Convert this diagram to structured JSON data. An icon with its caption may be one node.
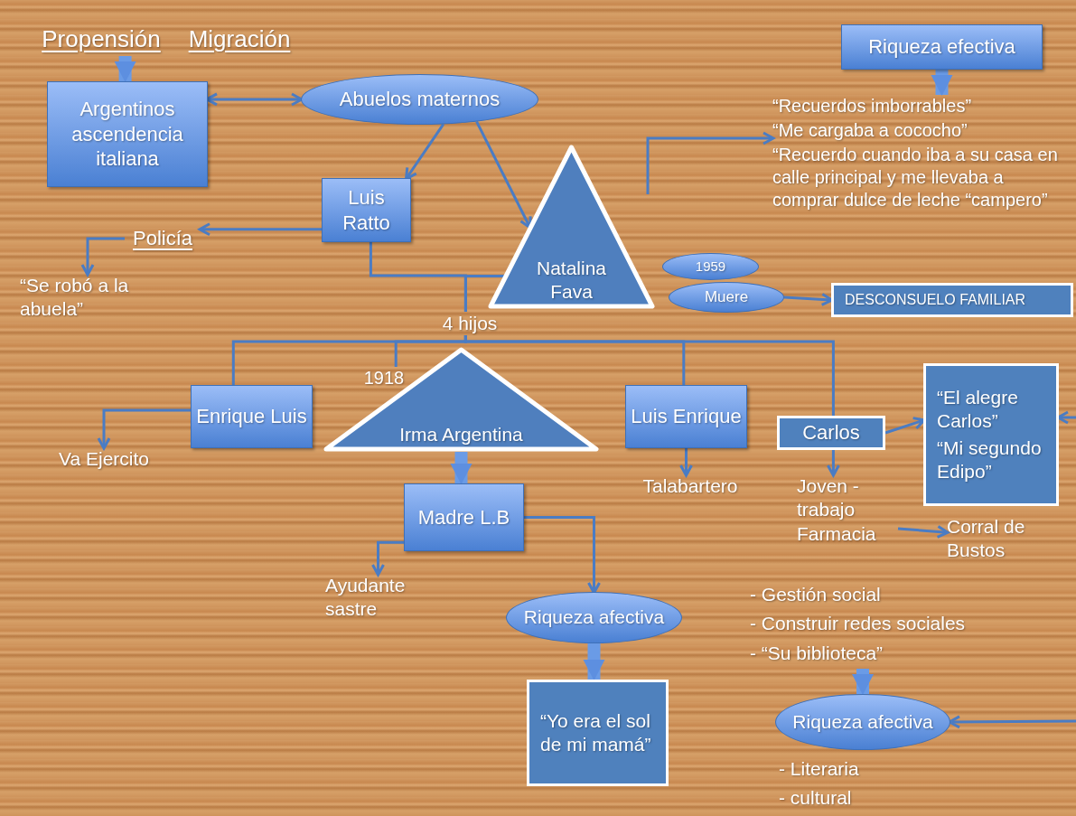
{
  "diagram": {
    "nodes": [
      {
        "text": [
          "Propensión"
        ]
      },
      {
        "text": [
          "Migración"
        ]
      },
      {
        "text": [
          "Argentinos ascendencia italiana"
        ]
      },
      {
        "text": [
          "Abuelos maternos"
        ]
      },
      {
        "text": [
          "Riqueza efectiva"
        ]
      },
      {
        "text": [
          "“Recuerdos imborrables”",
          "“Me cargaba a cococho”",
          "“Recuerdo cuando iba a su casa en calle principal y me llevaba a comprar dulce de leche “campero”"
        ]
      },
      {
        "text": [
          "Luis Ratto"
        ]
      },
      {
        "text": [
          "Natalina Fava"
        ]
      },
      {
        "text": [
          "Policía"
        ]
      },
      {
        "text": [
          "“Se robó a la abuela”"
        ]
      },
      {
        "text": [
          "4 hijos"
        ]
      },
      {
        "text": [
          "1959"
        ]
      },
      {
        "text": [
          "Muere"
        ]
      },
      {
        "text": [
          "DESCONSUELO FAMILIAR"
        ]
      },
      {
        "text": [
          "1918"
        ]
      },
      {
        "text": [
          "Enrique Luis"
        ]
      },
      {
        "text": [
          "Irma Argentina"
        ]
      },
      {
        "text": [
          "Luis Enrique"
        ]
      },
      {
        "text": [
          "Carlos"
        ]
      },
      {
        "text": [
          "“El alegre Carlos”",
          "“Mi segundo Edipo”"
        ]
      },
      {
        "text": [
          "Va Ejercito"
        ]
      },
      {
        "text": [
          "Madre L.B"
        ]
      },
      {
        "text": [
          "Talabartero"
        ]
      },
      {
        "text": [
          "Joven - trabajo Farmacia"
        ]
      },
      {
        "text": [
          "Corral de Bustos"
        ]
      },
      {
        "text": [
          "Ayudante sastre"
        ]
      },
      {
        "text": [
          "Riqueza afectiva"
        ]
      },
      {
        "text": [
          "- Gestión social",
          "- Construir redes sociales",
          "- “Su biblioteca”"
        ]
      },
      {
        "text": [
          "“Yo era el sol de mi mamá”"
        ]
      },
      {
        "text": [
          "Riqueza afectiva"
        ]
      },
      {
        "text": [
          "- Literaria",
          "- cultural"
        ]
      }
    ],
    "edges": [
      {
        "from": 0,
        "to": 2,
        "arrow": "to",
        "style": "thick"
      },
      {
        "from": 2,
        "to": 3,
        "arrow": "both"
      },
      {
        "from": 3,
        "to": 6,
        "arrow": "to"
      },
      {
        "from": 3,
        "to": 7,
        "arrow": "to"
      },
      {
        "from": 4,
        "to": 5,
        "arrow": "to",
        "style": "thick"
      },
      {
        "from": null,
        "to": 5,
        "arrow": "to"
      },
      {
        "from": 6,
        "to": 8,
        "arrow": "to"
      },
      {
        "from": 8,
        "to": 9,
        "arrow": "to"
      },
      {
        "from": 6,
        "to": 10,
        "arrow": "none"
      },
      {
        "from": 7,
        "to": 10,
        "arrow": "none"
      },
      {
        "from": 10,
        "to": 15,
        "arrow": "none"
      },
      {
        "from": 10,
        "to": 14,
        "arrow": "none"
      },
      {
        "from": 10,
        "to": 17,
        "arrow": "none"
      },
      {
        "from": 10,
        "to": 18,
        "arrow": "none"
      },
      {
        "from": 12,
        "to": 13,
        "arrow": "to"
      },
      {
        "from": 15,
        "to": 20,
        "arrow": "to"
      },
      {
        "from": 16,
        "to": 21,
        "arrow": "to",
        "style": "thick"
      },
      {
        "from": 17,
        "to": 22,
        "arrow": "to"
      },
      {
        "from": 18,
        "to": 19,
        "arrow": "to"
      },
      {
        "from": 18,
        "to": 23,
        "arrow": "to"
      },
      {
        "from": null,
        "to": 19,
        "arrow": "to"
      },
      {
        "from": 21,
        "to": 25,
        "arrow": "to"
      },
      {
        "from": 21,
        "to": 26,
        "arrow": "to"
      },
      {
        "from": 23,
        "to": 24,
        "arrow": "to"
      },
      {
        "from": 26,
        "to": 28,
        "arrow": "to",
        "style": "thick"
      },
      {
        "from": 27,
        "to": 29,
        "arrow": "to",
        "style": "thick"
      },
      {
        "from": null,
        "to": 29,
        "arrow": "to"
      }
    ]
  }
}
